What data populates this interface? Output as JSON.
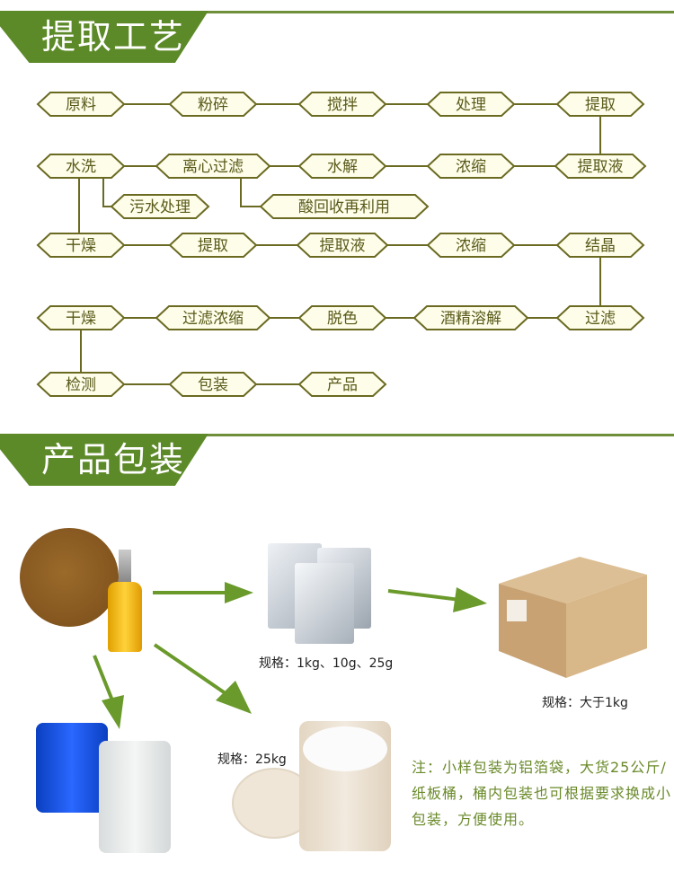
{
  "sections": {
    "process_title": "提取工艺",
    "packaging_title": "产品包装"
  },
  "flow": {
    "row1": [
      "原料",
      "粉碎",
      "搅拌",
      "处理",
      "提取"
    ],
    "row2": [
      "水洗",
      "离心过滤",
      "水解",
      "浓缩",
      "提取液"
    ],
    "branches": [
      "污水处理",
      "酸回收再利用"
    ],
    "row3": [
      "干燥",
      "提取",
      "提取液",
      "浓缩",
      "结晶"
    ],
    "row4": [
      "干燥",
      "过滤浓缩",
      "脱色",
      "酒精溶解",
      "过滤"
    ],
    "row5": [
      "检测",
      "包装",
      "产品"
    ]
  },
  "packaging": {
    "bag_spec": "规格：1kg、10g、25g",
    "box_spec": "规格：大于1kg",
    "drum_spec": "规格：25kg",
    "note": "注：小样包装为铝箔袋，大货25公斤/纸板桶，桶内包装也可根据要求换成小包装，方便使用。"
  },
  "colors": {
    "brand_green": "#5d8a28",
    "node_stroke": "#6b6a22",
    "node_fill": "#fdfde9",
    "arrow": "#6b9a2c"
  }
}
